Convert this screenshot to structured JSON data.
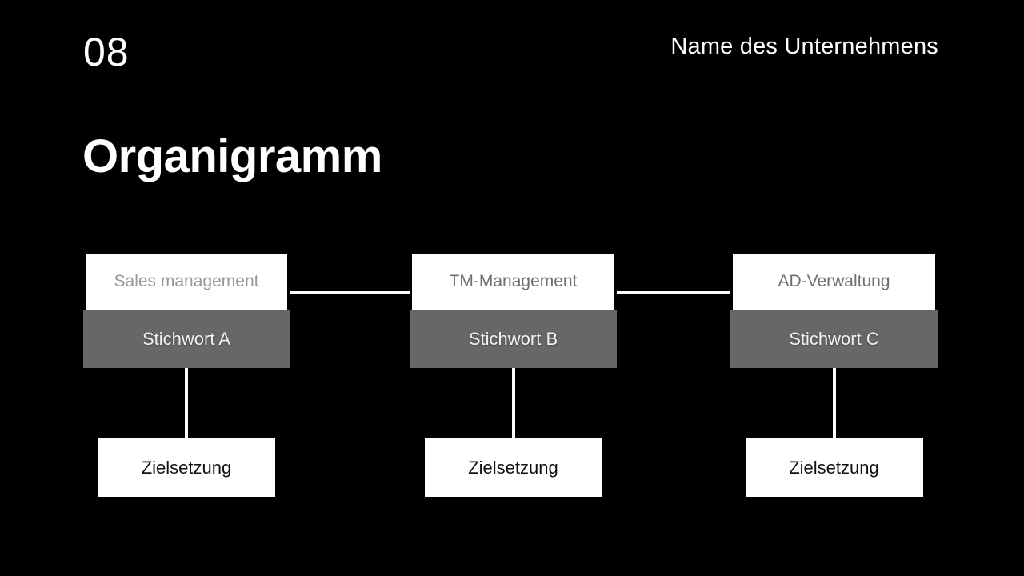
{
  "slide": {
    "page_number": "08",
    "company_name": "Name des Unternehmens",
    "title": "Organigramm"
  },
  "org_chart": {
    "columns": [
      {
        "role": "Sales management",
        "keyword": "Stichwort A",
        "goal": "Zielsetzung"
      },
      {
        "role": "TM-Management",
        "keyword": "Stichwort B",
        "goal": "Zielsetzung"
      },
      {
        "role": "AD-Verwaltung",
        "keyword": "Stichwort C",
        "goal": "Zielsetzung"
      }
    ]
  },
  "colors": {
    "background": "#000000",
    "box_white": "#ffffff",
    "box_gray": "#676767",
    "role_text_primary": "#979797",
    "role_text_secondary": "#6f6f6f",
    "keyword_text": "#f2f2f2",
    "goal_text": "#111111",
    "connector": "#ffffff"
  }
}
